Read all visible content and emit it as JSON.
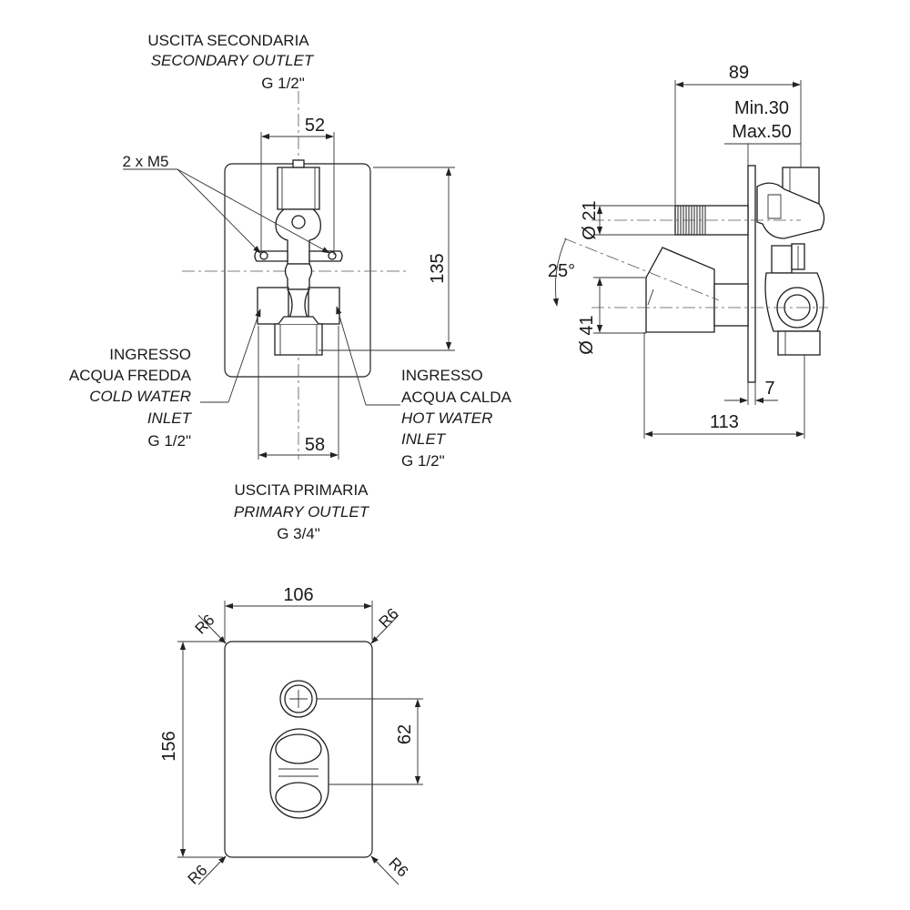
{
  "front_view": {
    "secondary_outlet": {
      "line1": "USCITA SECONDARIA",
      "line2": "SECONDARY OUTLET",
      "line3": "G 1/2\""
    },
    "screws": "2 x M5",
    "dim_52": "52",
    "dim_135": "135",
    "dim_58": "58",
    "cold_inlet": {
      "line1": "INGRESSO",
      "line2": "ACQUA FREDDA",
      "line3": "COLD WATER",
      "line4": "INLET",
      "line5": "G 1/2\""
    },
    "hot_inlet": {
      "line1": "INGRESSO",
      "line2": "ACQUA CALDA",
      "line3": "HOT WATER",
      "line4": "INLET",
      "line5": "G 1/2\""
    },
    "primary_outlet": {
      "line1": "USCITA PRIMARIA",
      "line2": "PRIMARY OUTLET",
      "line3": "G 3/4\""
    }
  },
  "side_view": {
    "dim_89": "89",
    "min": "Min.30",
    "max": "Max.50",
    "dia_21": "Ø 21",
    "angle": "25°",
    "dia_41": "Ø 41",
    "dim_7": "7",
    "dim_113": "113"
  },
  "plate_view": {
    "dim_106": "106",
    "dim_156": "156",
    "dim_62": "62",
    "r_top_left": "R6",
    "r_top_right": "R6",
    "r_bottom_left": "R6",
    "r_bottom_right": "R6"
  }
}
